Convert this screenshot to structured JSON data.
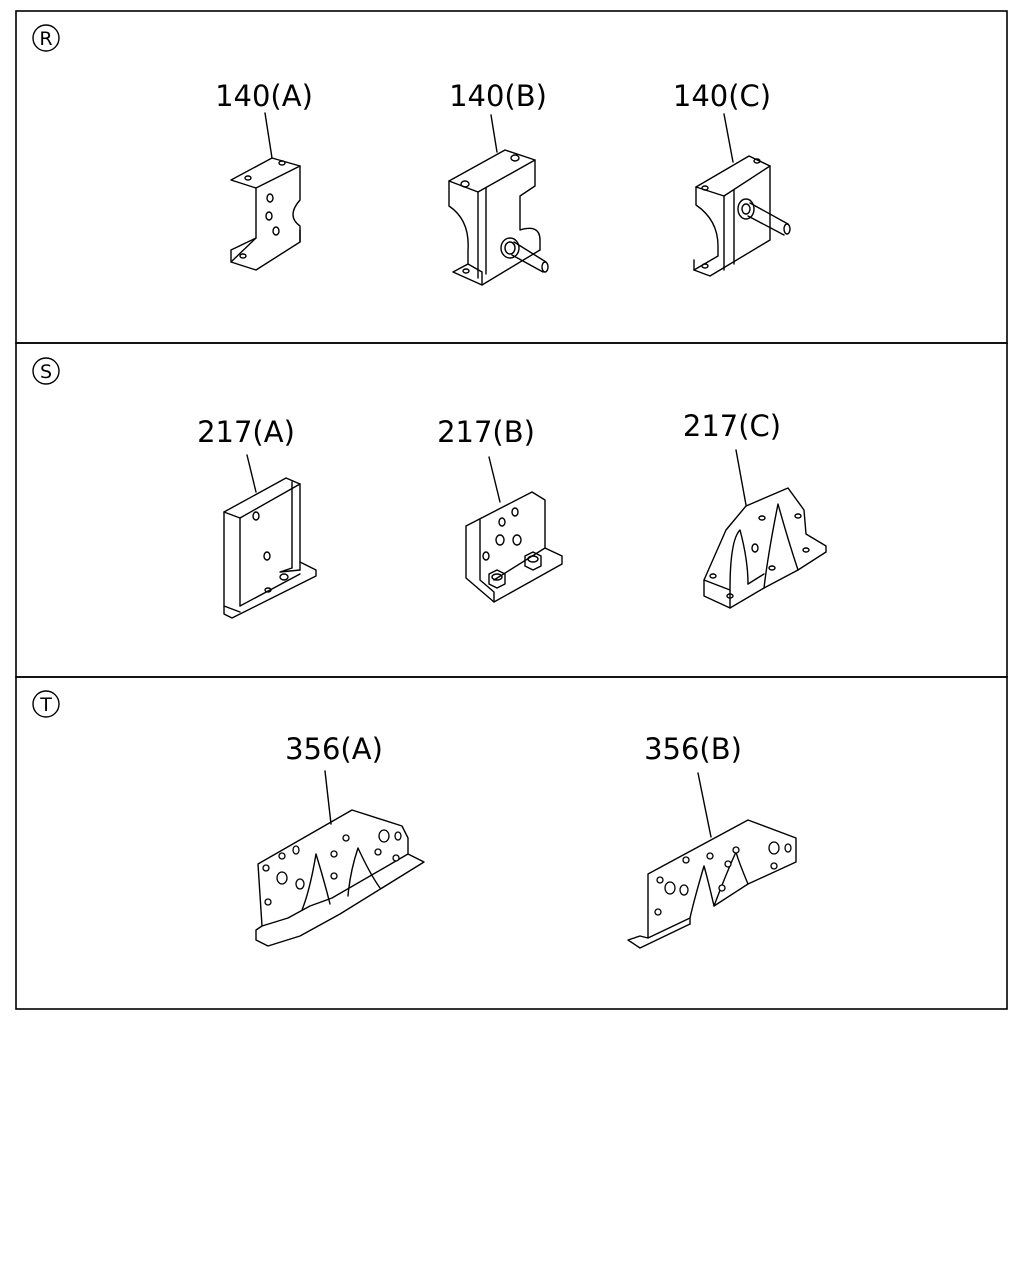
{
  "sections": [
    {
      "marker": "R",
      "parts": [
        {
          "label": "140(A)"
        },
        {
          "label": "140(B)"
        },
        {
          "label": "140(C)"
        }
      ]
    },
    {
      "marker": "S",
      "parts": [
        {
          "label": "217(A)"
        },
        {
          "label": "217(B)"
        },
        {
          "label": "217(C)"
        }
      ]
    },
    {
      "marker": "T",
      "parts": [
        {
          "label": "356(A)"
        },
        {
          "label": "356(B)"
        }
      ]
    }
  ],
  "colors": {
    "line": "#000000",
    "background": "#ffffff"
  }
}
